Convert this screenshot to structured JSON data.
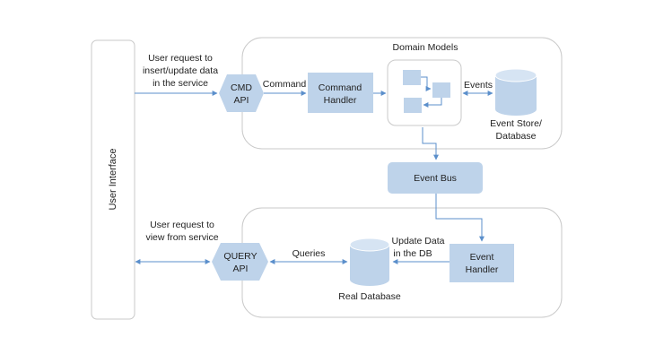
{
  "colors": {
    "node_fill": "#bed3ea",
    "arrow": "#5b8fcb",
    "frame_border": "#c9c9c9"
  },
  "user_interface": {
    "label": "User Interface"
  },
  "domain_models": {
    "title": "Domain Models"
  },
  "cmd_request": {
    "line1": "User request to",
    "line2": "insert/update data",
    "line3": "in the service"
  },
  "cmd_api": {
    "line1": "CMD",
    "line2": "API"
  },
  "command_label": "Command",
  "command_handler": {
    "line1": "Command",
    "line2": "Handler"
  },
  "events_label": "Events",
  "event_store": {
    "line1": "Event Store/",
    "line2": "Database"
  },
  "event_bus": {
    "label": "Event Bus"
  },
  "query_request": {
    "line1": "User request to",
    "line2": "view from service"
  },
  "query_api": {
    "line1": "QUERY",
    "line2": "API"
  },
  "queries_label": "Queries",
  "update_data": {
    "line1": "Update Data",
    "line2": "in the DB"
  },
  "event_handler": {
    "line1": "Event",
    "line2": "Handler"
  },
  "real_database": {
    "label": "Real Database"
  }
}
